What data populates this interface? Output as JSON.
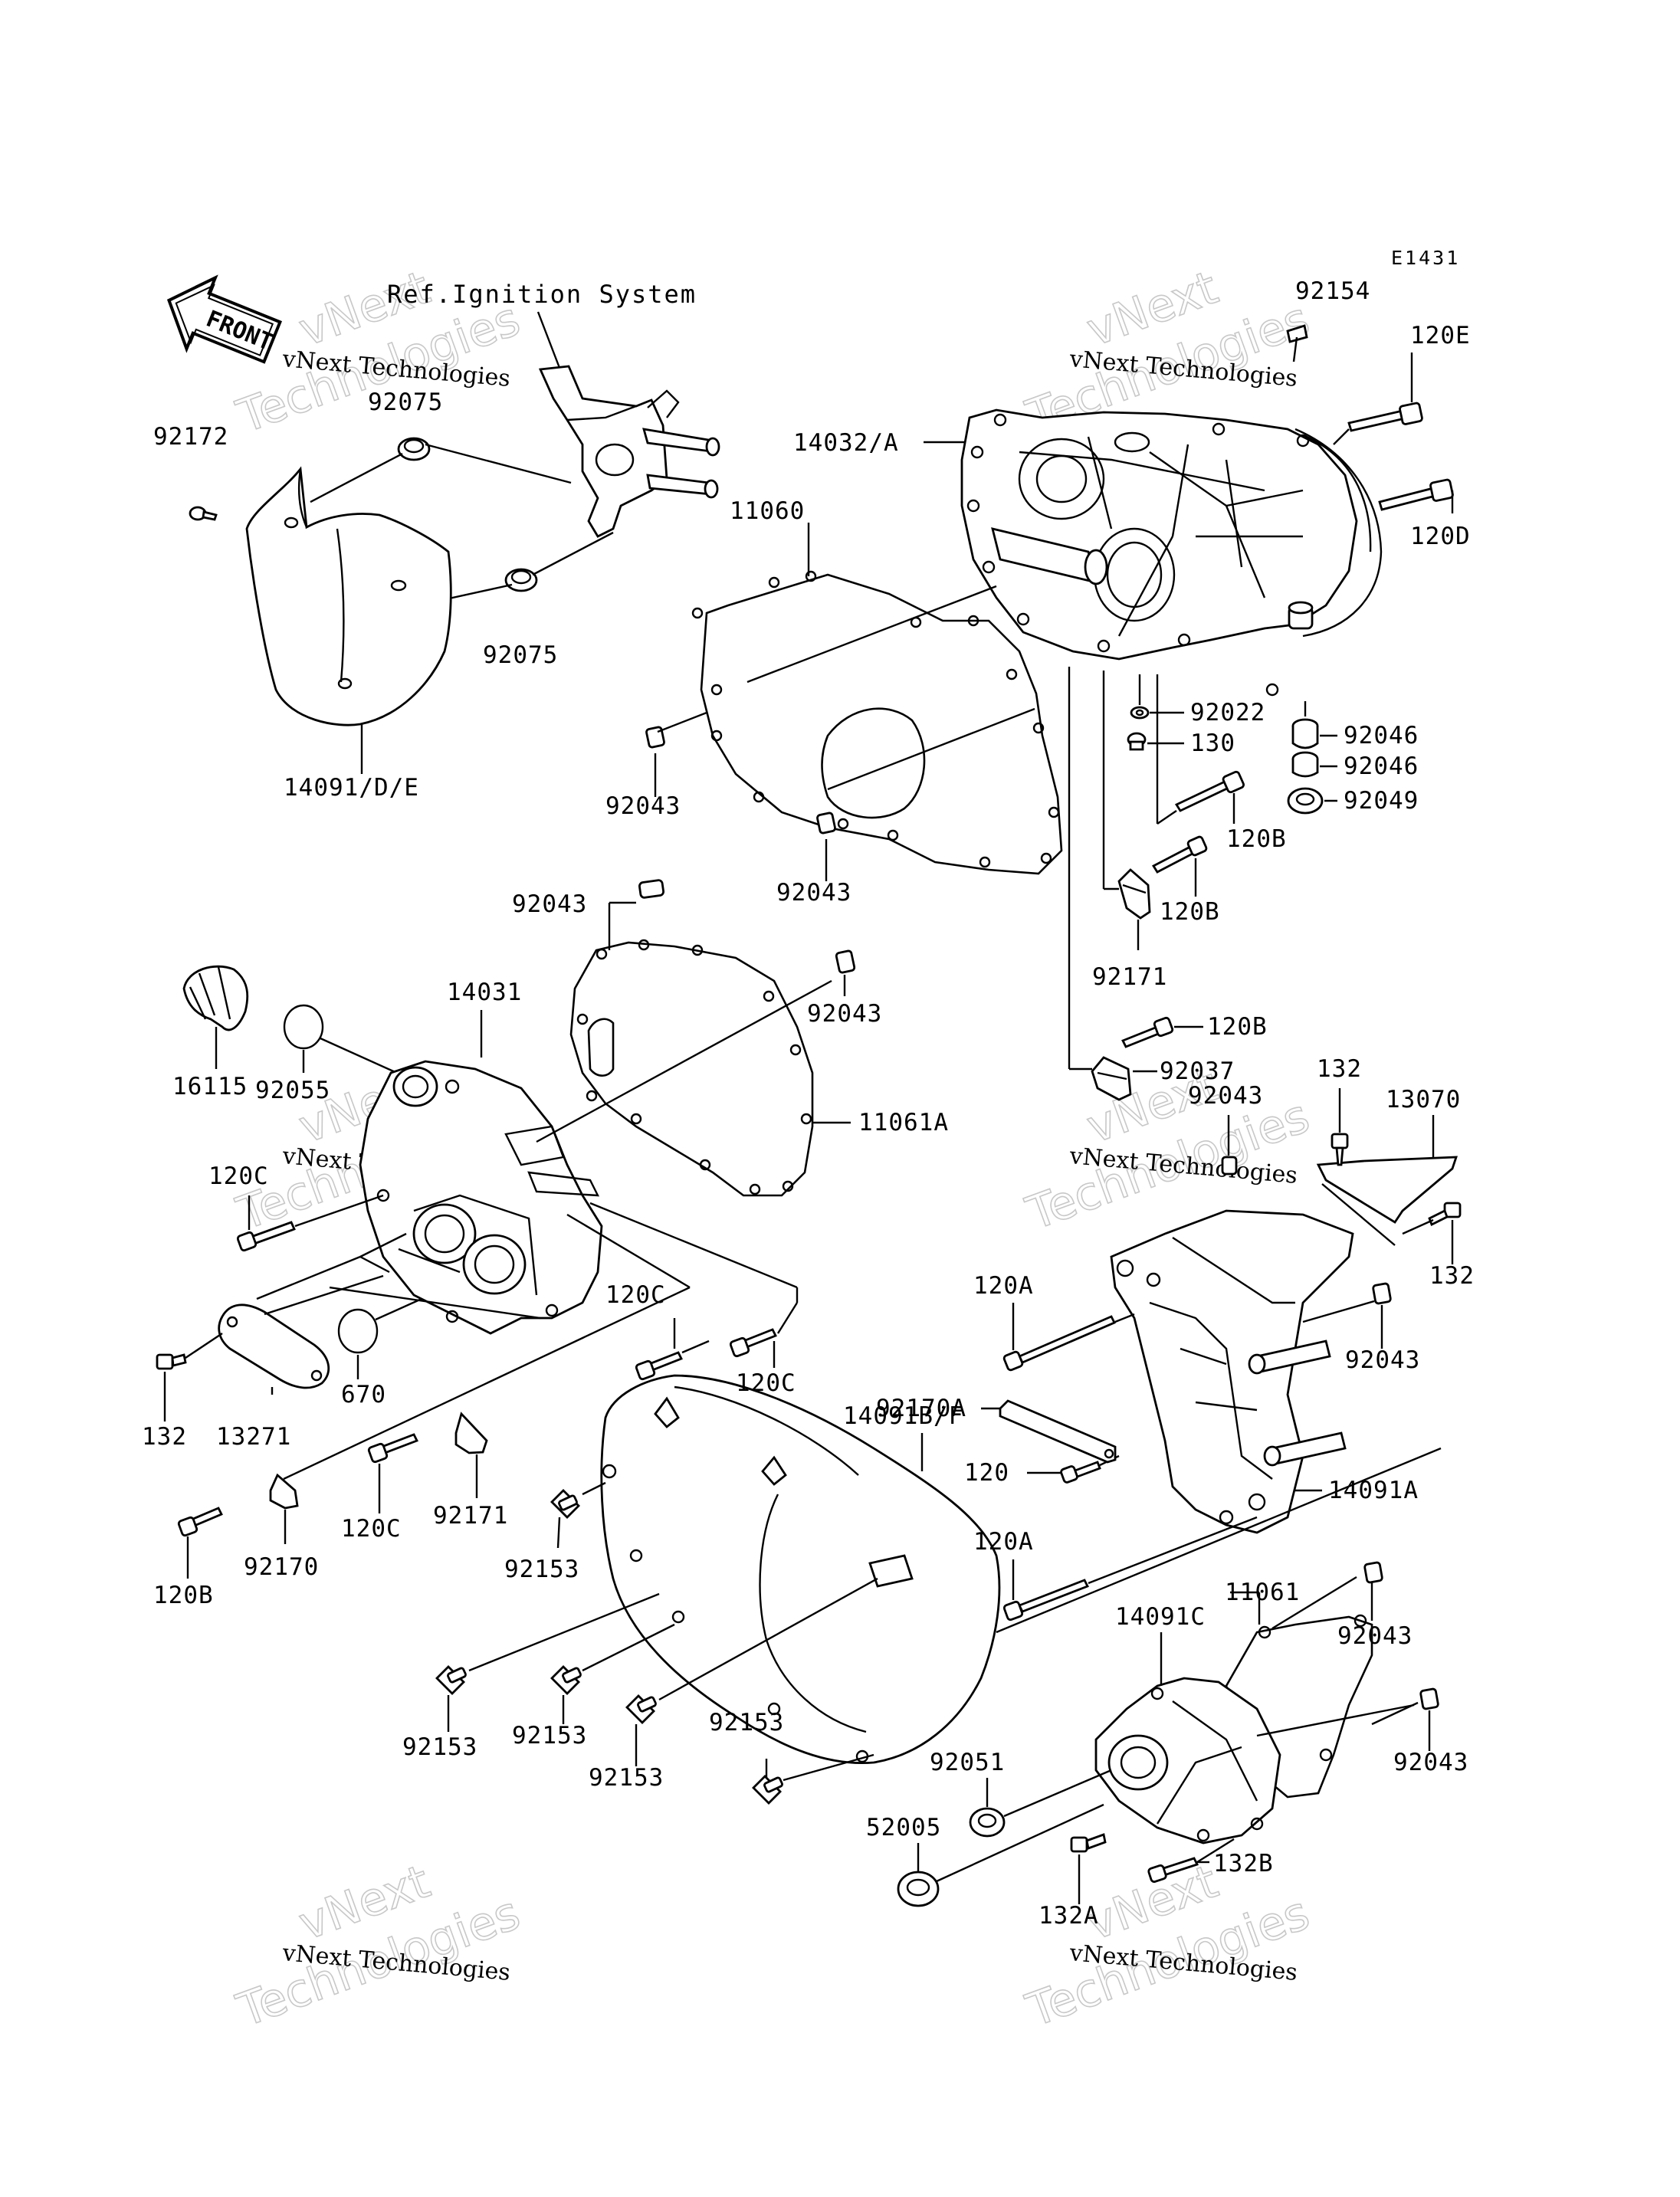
{
  "diagram": {
    "code": "E1431",
    "front_marker": "FRONT",
    "ref_note": "Ref.Ignition System",
    "watermark": {
      "line1": "vNext Technologies",
      "line2": "vNext",
      "line3": "Technologies"
    },
    "labels": {
      "p92154": "92154",
      "p120E": "120E",
      "p120D": "120D",
      "p14032A": "14032/A",
      "p11060": "11060",
      "p92075a": "92075",
      "p92075b": "92075",
      "p92172": "92172",
      "p14091DE": "14091/D/E",
      "p92043a": "92043",
      "p92043b": "92043",
      "p92043c": "92043",
      "p92043d": "92043",
      "p92043e": "92043",
      "p92043f": "92043",
      "p92043g": "92043",
      "p92043h": "92043",
      "p92022": "92022",
      "p130": "130",
      "p92046a": "92046",
      "p92046b": "92046",
      "p92049": "92049",
      "p120Ba": "120B",
      "p120Bb": "120B",
      "p120Bc": "120B",
      "p120Bd": "120B",
      "p92171a": "92171",
      "p92171b": "92171",
      "p92037": "92037",
      "p14031": "14031",
      "p16115": "16115",
      "p92055": "92055",
      "p11061A": "11061A",
      "p120Ca": "120C",
      "p120Cb": "120C",
      "p120Cc": "120C",
      "p120Cd": "120C",
      "p132a": "132",
      "p132b": "132",
      "p132c": "132",
      "p13070": "13070",
      "p13271": "13271",
      "p670": "670",
      "p120Aa": "120A",
      "p120Ab": "120A",
      "p120": "120",
      "p92170A": "92170A",
      "p14091BF": "14091B/F",
      "p14091A": "14091A",
      "p92170": "92170",
      "p92153a": "92153",
      "p92153b": "92153",
      "p92153c": "92153",
      "p92153d": "92153",
      "p92153e": "92153",
      "p11061": "11061",
      "p14091C": "14091C",
      "p92051": "92051",
      "p52005": "52005",
      "p132A": "132A",
      "p132B": "132B"
    }
  }
}
